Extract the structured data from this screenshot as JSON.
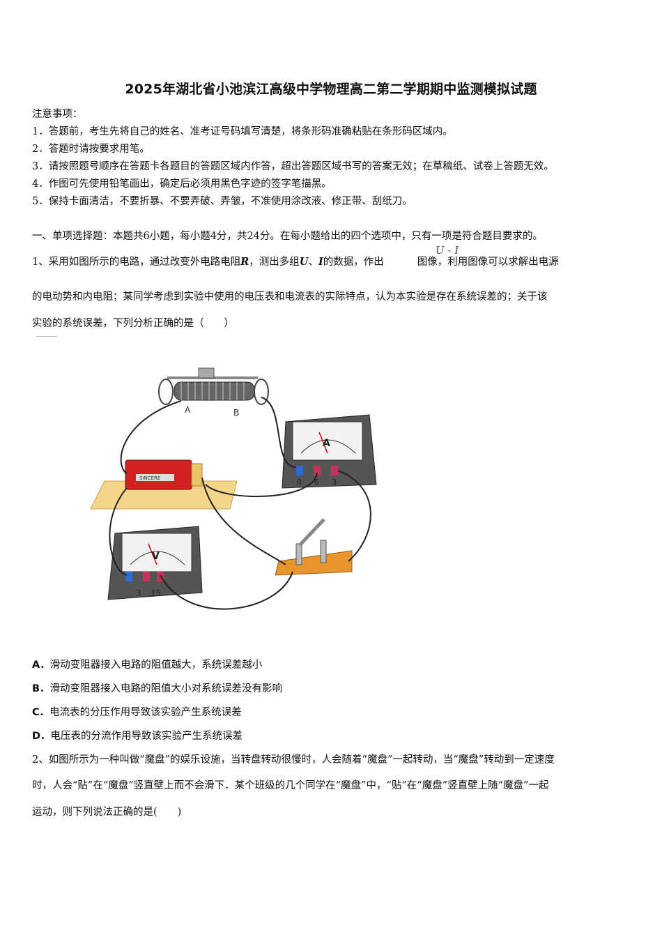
{
  "title": "2025年湖北省小池滨江高级中学物理高二第二学期期中监测模拟试题",
  "notice": {
    "heading": "注意事项：",
    "items": [
      "1．答题前，考生先将自己的姓名、准考证号码填写清楚，将条形码准确粘贴在条形码区域内。",
      "2．答题时请按要求用笔。",
      "3．请按照题号顺序在答题卡各题目的答题区域内作答，超出答题区域书写的答案无效；在草稿纸、试卷上答题无效。",
      "4．作图可先使用铅笔画出，确定后必须用黑色字迹的签字笔描黑。",
      "5．保持卡面清洁，不要折暴、不要弄破、弄皱，不准使用涂改液、修正带、刮纸刀。"
    ]
  },
  "section": "一、单项选择题：本题共6小题，每小题4分，共24分。在每小题给出的四个选项中，只有一项是符合题目要求的。",
  "q1": {
    "line1_a": "1、采用如图所示的电路，通过改变外电路电阻",
    "var_R": "R",
    "line1_b": "，测出多组",
    "var_U": "U",
    "sep": "、",
    "var_I": "I",
    "line1_c": "的数据，作出",
    "graph_label": "U - I",
    "line1_d": "图像，利用图像可以求解出电源",
    "line2": "的电动势和内电阻；某同学考虑到实验中使用的电压表和电流表的实际特点，认为本实验是存在系统误差的；关于该",
    "line3": "实验的系统误差，下列分析正确的是（　　）",
    "figure": {
      "rheostat_labels": [
        "A",
        "B"
      ],
      "ammeter_symbol": "A",
      "ammeter_terminals": [
        "0",
        "6",
        "3"
      ],
      "voltmeter_symbol": "V",
      "voltmeter_terminals": [
        "3",
        "15"
      ],
      "battery_text": "SINCERE"
    },
    "options": [
      {
        "letter": "A．",
        "text": "滑动变阻器接入电路的阻值越大，系统误差越小"
      },
      {
        "letter": "B．",
        "text": "滑动变阻器接入电路的阻值大小对系统误差没有影响"
      },
      {
        "letter": "C．",
        "text": "电流表的分压作用导致该实验产生系统误差"
      },
      {
        "letter": "D．",
        "text": "电压表的分流作用导致该实验产生系统误差"
      }
    ]
  },
  "q2": {
    "line1": "2、如图所示为一种叫做“魔盘”的娱乐设施，当转盘转动很慢时，人会随着“魔盘”一起转动，当“魔盘”转动到一定速度",
    "line2": "时，人会“贴”在“魔盘”竖直壁上而不会滑下．某个班级的几个同学在“魔盘”中，“贴”在“魔盘”竖直壁上随“魔盘”一起",
    "line3": "运动，则下列说法正确的是(　　)"
  }
}
